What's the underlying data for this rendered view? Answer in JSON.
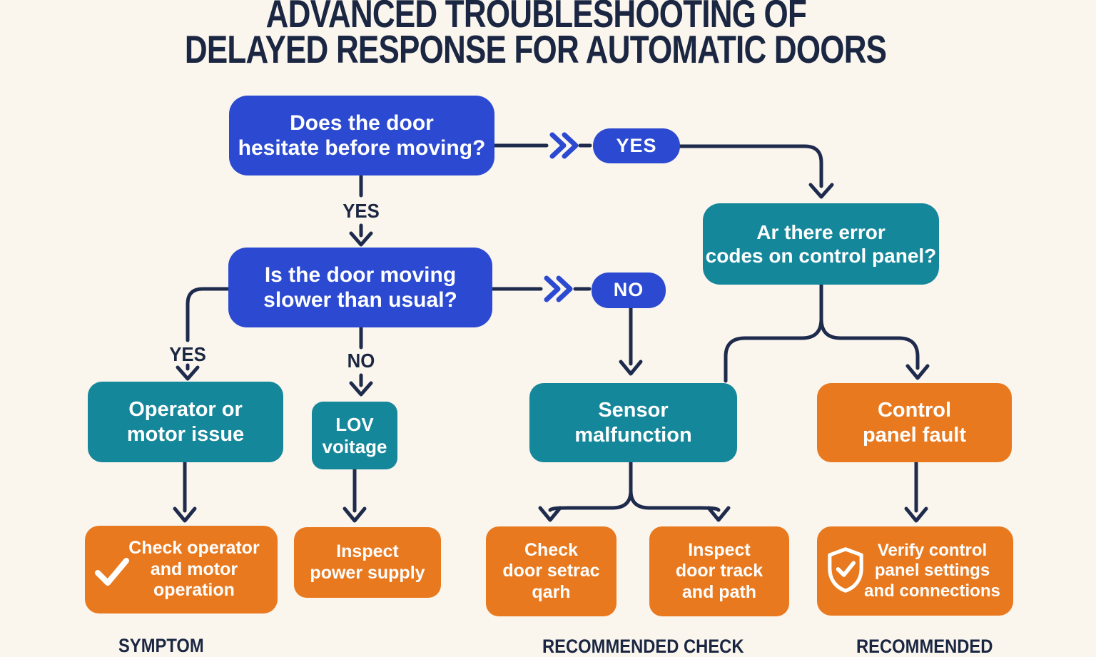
{
  "title": {
    "line1": "ADVANCED TROUBLESHOOTING OF",
    "line2": "DELAYED RESPONSE FOR AUTOMATIC DOORS"
  },
  "colors": {
    "background": "#faf5ed",
    "navy_line_text": "#1e2b4d",
    "blue_node": "#2b4ad1",
    "teal_node": "#15879a",
    "orange_node": "#e8791f",
    "node_text": "#ffffff"
  },
  "nodes": {
    "q1": {
      "text": "Does the door\nhesitate before moving?",
      "shape": "rounded-rect",
      "color": "#2b4ad1"
    },
    "yes_pill": {
      "text": "YES",
      "shape": "pill",
      "color": "#2b4ad1"
    },
    "q2": {
      "text": "Ar there error\ncodes on control panel?",
      "shape": "rounded-rect",
      "color": "#15879a"
    },
    "q3": {
      "text": "Is the door moving\nslower than usual?",
      "shape": "rounded-rect",
      "color": "#2b4ad1"
    },
    "no_pill": {
      "text": "NO",
      "shape": "pill",
      "color": "#2b4ad1"
    },
    "operator_issue": {
      "text": "Operator or\nmotor issue",
      "shape": "rounded-rect",
      "color": "#15879a"
    },
    "low_voltage": {
      "text": "LOV\nvoitage",
      "shape": "rounded-rect",
      "color": "#15879a"
    },
    "sensor_malfunction": {
      "text": "Sensor\nmalfunction",
      "shape": "rounded-rect",
      "color": "#15879a"
    },
    "control_panel_fault": {
      "text": "Control\npanel fault",
      "shape": "rounded-rect",
      "color": "#e8791f"
    },
    "check_operator": {
      "text": "Check operator\nand motor\noperation",
      "icon": "checkmark-icon",
      "shape": "rounded-rect",
      "color": "#e8791f"
    },
    "inspect_power": {
      "text": "Inspect\npower supply",
      "shape": "rounded-rect",
      "color": "#e8791f"
    },
    "check_door": {
      "text": "Check\ndoor setrac\nqarh",
      "shape": "rounded-rect",
      "color": "#e8791f"
    },
    "inspect_track": {
      "text": "Inspect\ndoor track\nand path",
      "shape": "rounded-rect",
      "color": "#e8791f"
    },
    "verify_control": {
      "text": "Verify control\npanel settings\nand connections",
      "icon": "shield-check-icon",
      "shape": "rounded-rect",
      "color": "#e8791f"
    }
  },
  "edge_labels": {
    "q1_down": "YES",
    "q3_left": "YES",
    "q3_down": "NO"
  },
  "footer": {
    "col1": "SYMPTOM",
    "col2": "RECOMMENDED CHECK",
    "col3": "RECOMMENDED"
  }
}
